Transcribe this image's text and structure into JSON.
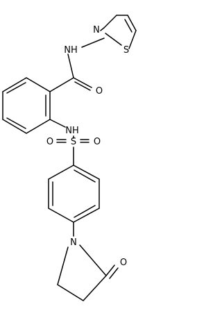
{
  "molecule": {
    "atoms": {
      "thiazole_n": "N",
      "thiazole_s": "S",
      "amide_nh": "NH",
      "amide_o": "O",
      "sulfonamide_nh": "NH",
      "sulfonyl_s": "S",
      "sulfonyl_o_left": "O",
      "sulfonyl_o_right": "O",
      "pyrrolidinone_n": "N",
      "pyrrolidinone_o": "O"
    }
  }
}
